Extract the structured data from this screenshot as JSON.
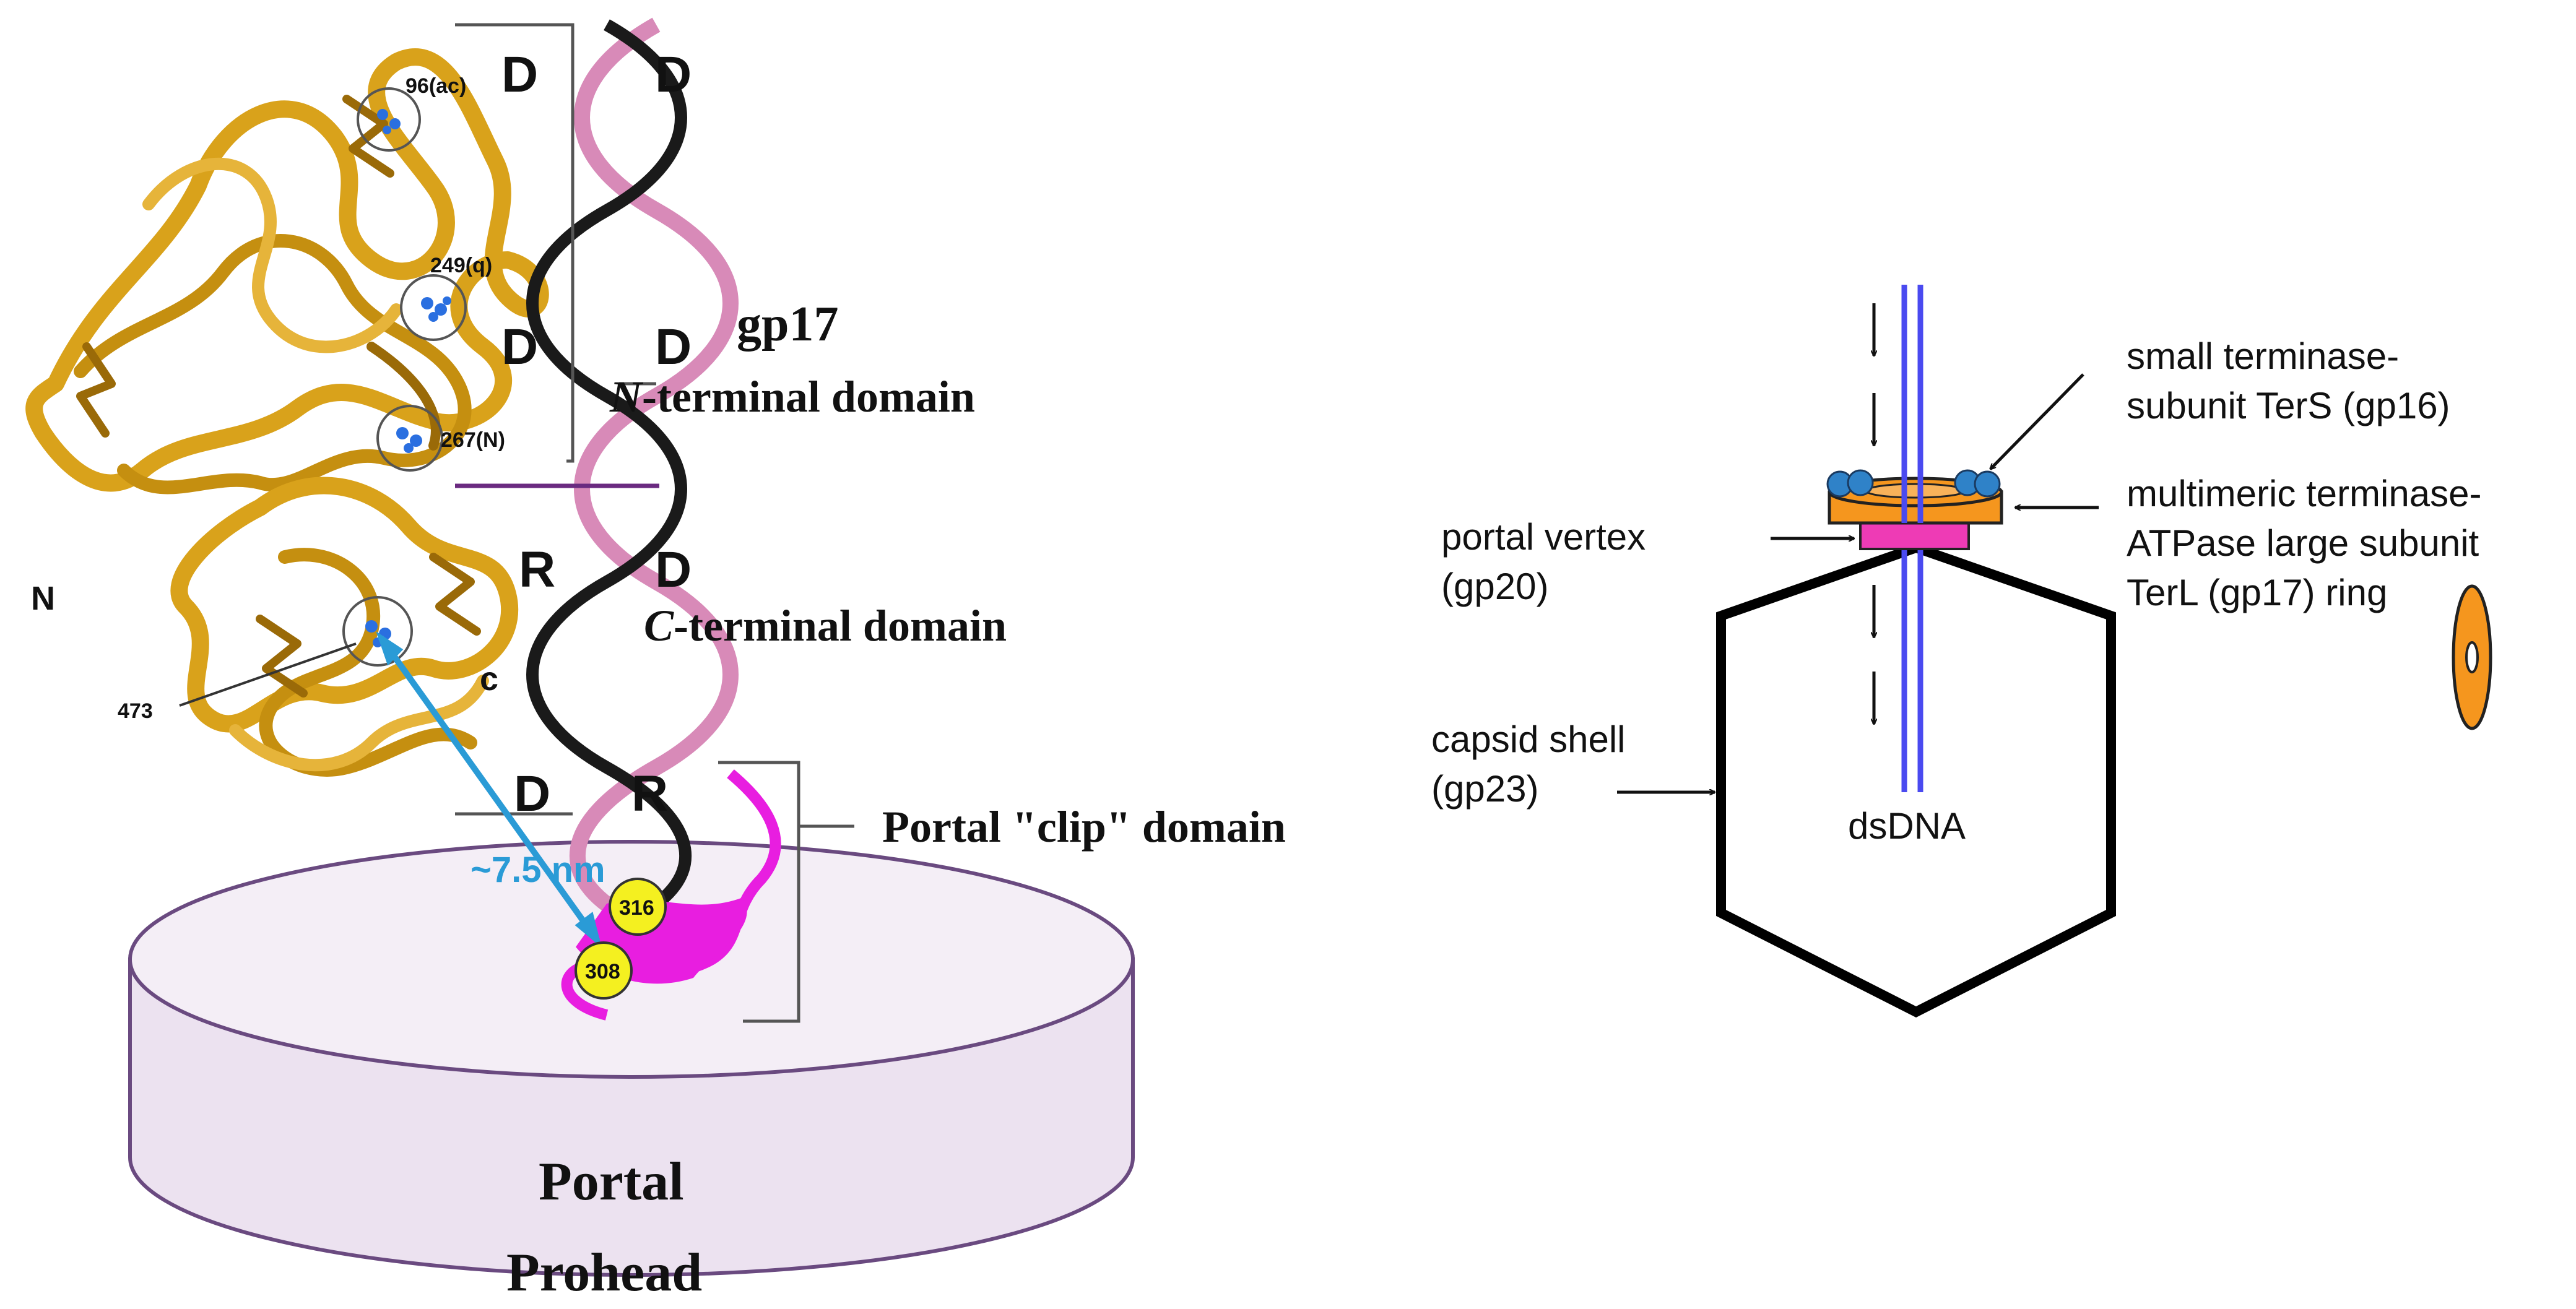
{
  "left_panel": {
    "strand_letters": [
      "D",
      "D",
      "D",
      "D",
      "R",
      "D",
      "D",
      "R"
    ],
    "protein_label": "gp17",
    "n_domain_prefix": "N",
    "n_domain_suffix": "-terminal domain",
    "c_domain_prefix": "C",
    "c_domain_suffix": "-terminal domain",
    "clip_domain": "Portal \"clip\" domain",
    "portal": "Portal",
    "prohead": "Prohead",
    "residues": [
      "96(ac)",
      "249(q)",
      "267(N)",
      "473"
    ],
    "terminus_n": "N",
    "terminus_c": "c",
    "distance": "~7.5 nm",
    "portal_residues": [
      "316",
      "308"
    ]
  },
  "right_panel": {
    "small_terminase": [
      "small terminase-",
      "subunit TerS (gp16)"
    ],
    "large_terminase": [
      "multimeric terminase-",
      "ATPase large subunit",
      "TerL (gp17) ring"
    ],
    "portal_vertex": [
      "portal vertex",
      "(gp20)"
    ],
    "capsid_shell": [
      "capsid shell",
      "(gp23)"
    ],
    "dna": "dsDNA"
  },
  "colors": {
    "protein_gold": "#d9a21b",
    "protein_dark": "#9a6a08",
    "dna_pink": "#d88ab8",
    "dna_black": "#1a1a1a",
    "clip_magenta": "#e81ee0",
    "residue_yellow": "#f4f020",
    "atom_blue": "#2a6fe0",
    "distance_blue": "#2a9bd6",
    "portal_fill": "#ece2f0",
    "portal_stroke": "#6a4a80",
    "terl_orange": "#f5961e",
    "portal_pink": "#ee3bb5",
    "ters_blue": "#2f82c8",
    "dna_blue": "#4a4af0"
  }
}
